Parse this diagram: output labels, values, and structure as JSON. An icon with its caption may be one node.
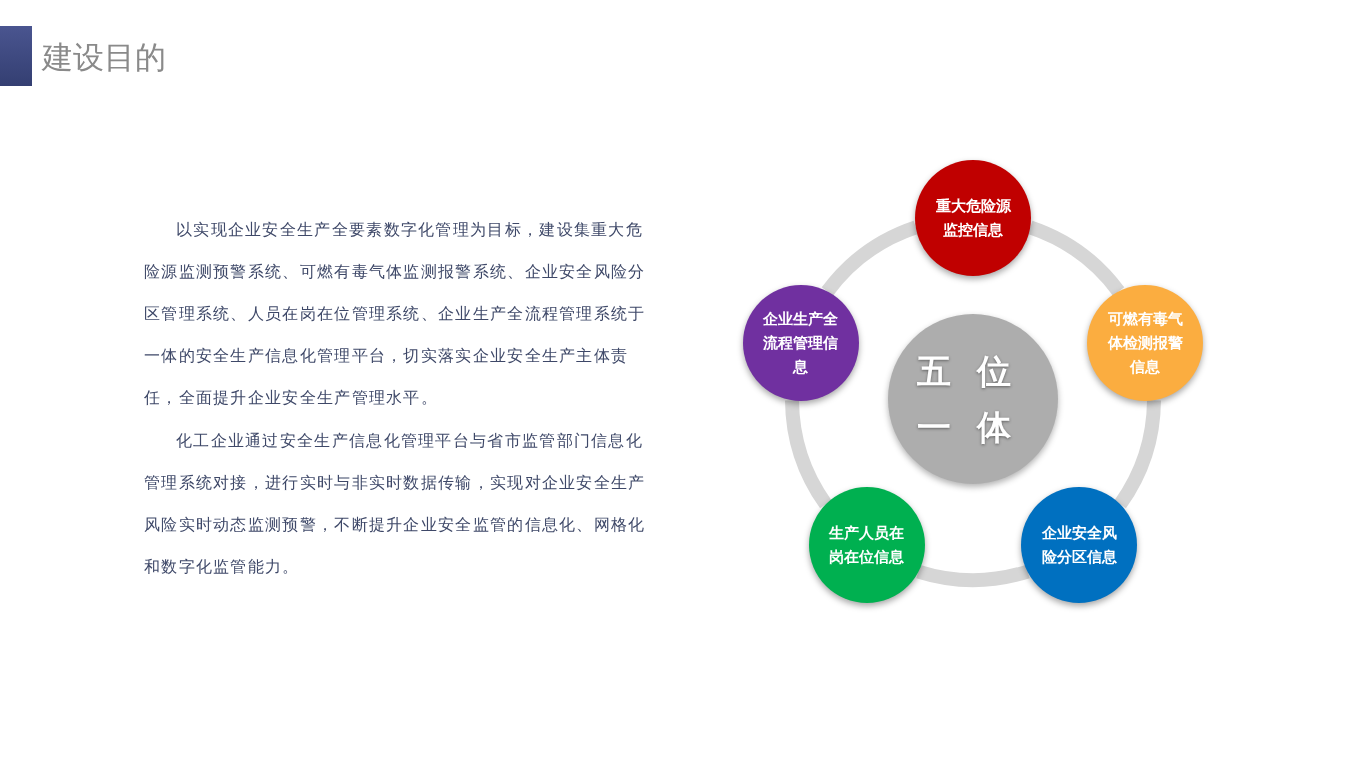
{
  "diagram": {
    "title": "建设目的",
    "nodes": [
      {
        "text": [
          "重大危险源监控信息"
        ]
      },
      {
        "text": [
          "企业生产全流程管理信息"
        ]
      },
      {
        "text": [
          "可燃有毒气体检测报警信息"
        ]
      },
      {
        "text": [
          "五位一体"
        ]
      },
      {
        "text": [
          "生产人员在岗在位信息"
        ]
      },
      {
        "text": [
          "企业安全风险分区信息"
        ]
      }
    ],
    "edges": [
      {
        "from": 0,
        "to": 2,
        "arrow": "none"
      },
      {
        "from": 2,
        "to": 5,
        "arrow": "none"
      },
      {
        "from": 5,
        "to": 4,
        "arrow": "none"
      },
      {
        "from": 4,
        "to": 1,
        "arrow": "none"
      },
      {
        "from": 1,
        "to": 0,
        "arrow": "none"
      }
    ],
    "labels": [
      "以实现企业安全生产全要素数字化管理为目标，建设集重大危险源监测预警系统、可燃有毒气体监测报警系统、企业安全风险分区管理系统、人员在岗在位管理系统、企业生产全流程管理系统于一体的安全生产信息化管理平台，切实落实企业安全生产主体责任，全面提升企业安全生产管理水平。",
      "化工企业通过安全生产信息化管理平台与省市监管部门信息化管理系统对接，进行实时与非实时数据传输，实现对企业安全生产风险实时动态监测预警，不断提升企业安全监管的信息化、网格化和数字化监管能力。"
    ]
  }
}
